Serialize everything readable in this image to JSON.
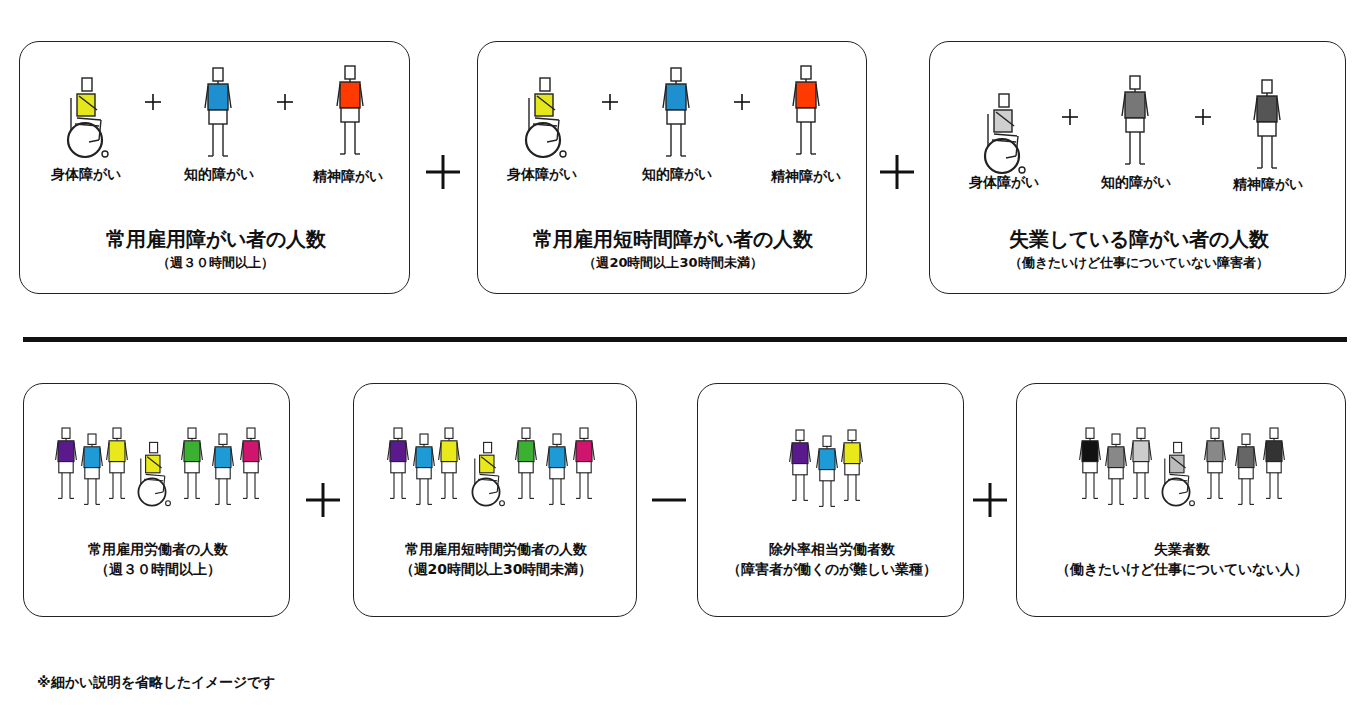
{
  "diagram": {
    "nodes": [
      {
        "text": [
          "身体障がい",
          "知的障がい",
          "精神障がい",
          "常用雇用障がい者の人数",
          "（週３０時間以上）"
        ]
      },
      {
        "text": [
          "身体障がい",
          "知的障がい",
          "精神障がい",
          "常用雇用短時間障がい者の人数",
          "（週20時間以上30時間未満）"
        ]
      },
      {
        "text": [
          "身体障がい",
          "知的障がい",
          "精神障がい",
          "失業している障がい者の人数",
          "（働きたいけど仕事についていない障害者）"
        ]
      },
      {
        "text": [
          "常用雇用労働者の人数",
          "（週３０時間以上）"
        ]
      },
      {
        "text": [
          "常用雇用短時間労働者の人数",
          "（週20時間以上30時間未満）"
        ]
      },
      {
        "text": [
          "除外率相当労働者数",
          "（障害者が働くのが難しい業種）"
        ]
      },
      {
        "text": [
          "失業者数",
          "（働きたいけど仕事についていない人）"
        ]
      }
    ],
    "labels": [
      "※細かい説明を省略したイメージです"
    ]
  }
}
